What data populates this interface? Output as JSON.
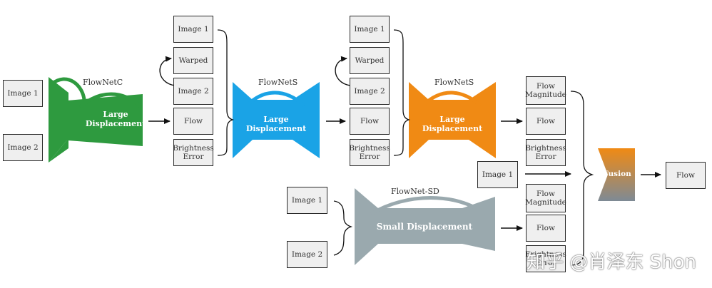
{
  "col1": {
    "image1": "Image 1",
    "image2": "Image 2"
  },
  "net1": {
    "title": "FlowNetC",
    "text": "Large Displacement",
    "color": "#2e9a3f"
  },
  "col2": {
    "image1": "Image 1",
    "warped": "Warped",
    "image2": "Image 2",
    "flow": "Flow",
    "brightness": "Brightness Error"
  },
  "net2": {
    "title": "FlowNetS",
    "text": "Large Displacement",
    "color": "#1aa3e6"
  },
  "col3": {
    "image1": "Image 1",
    "warped": "Warped",
    "image2": "Image 2",
    "flow": "Flow",
    "brightness": "Brightness Error"
  },
  "net3": {
    "title": "FlowNetS",
    "text": "Large Displacement",
    "color": "#f08a14"
  },
  "col4": {
    "flow_magnitude": "Flow Magnitude",
    "flow": "Flow",
    "brightness": "Brightness Error",
    "image1": "Image 1"
  },
  "sd_inputs": {
    "image1": "Image 1",
    "image2": "Image 2"
  },
  "net_sd": {
    "title": "FlowNet-SD",
    "text": "Small Displacement",
    "color": "#9aa9ae"
  },
  "col5": {
    "flow_magnitude": "Flow Magnitude",
    "flow": "Flow",
    "brightness": "Brightness Error"
  },
  "fusion": {
    "text": "Fusion",
    "color_top": "#f08a14",
    "color_bottom": "#7e8a95"
  },
  "output": {
    "flow": "Flow"
  },
  "watermark": "知乎 @肖泽东 Shon"
}
